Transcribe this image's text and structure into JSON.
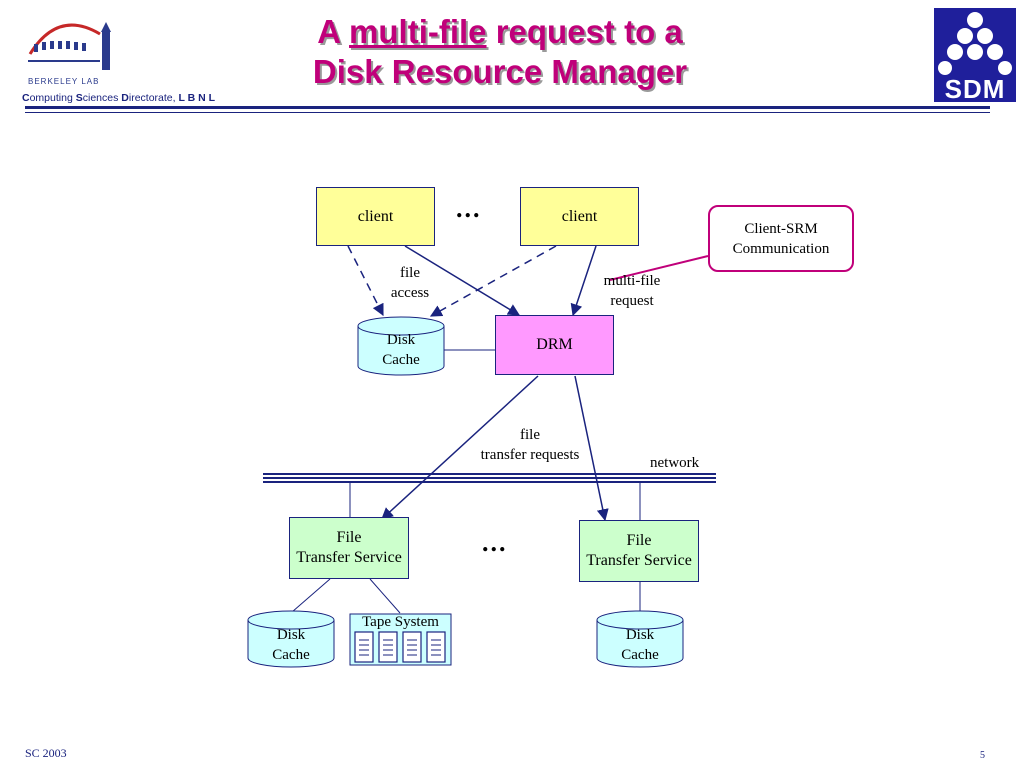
{
  "header": {
    "title_prefix": "A",
    "title_underlined": "multi-file",
    "title_line1_rest": "request to a",
    "title_line2": "Disk Resource Manager",
    "logo_text": "BERKELEY LAB",
    "directorate_c": "C",
    "directorate_1": "omputing ",
    "directorate_s": "S",
    "directorate_2": "ciences ",
    "directorate_d": "D",
    "directorate_3": "irectorate, ",
    "directorate_lbnl": "L B N L",
    "sdm_logo_text": "SDM"
  },
  "diagram": {
    "client_left": "client",
    "client_right": "client",
    "clients_ellipsis": "...",
    "callout_line1": "Client-SRM",
    "callout_line2": "Communication",
    "file_access_line1": "file",
    "file_access_line2": "access",
    "multifile_line1": "multi-file",
    "multifile_line2": "request",
    "drm": "DRM",
    "disk_cache_line1": "Disk",
    "disk_cache_line2": "Cache",
    "transfer_requests_line1": "file",
    "transfer_requests_line2": "transfer requests",
    "network": "network",
    "fts_line1": "File",
    "fts_line2": "Transfer Service",
    "fts_ellipsis": "...",
    "tape_system": "Tape System"
  },
  "footer": {
    "event": "SC 2003",
    "page_number": "5"
  },
  "colors": {
    "title": "#c0007a",
    "rule": "#1a237e",
    "client_fill": "#ffff99",
    "drm_fill": "#ff99ff",
    "fts_fill": "#ccffcc",
    "cache_fill": "#ccffff",
    "callout_border": "#c0007a",
    "arrow": "#1a237e"
  }
}
